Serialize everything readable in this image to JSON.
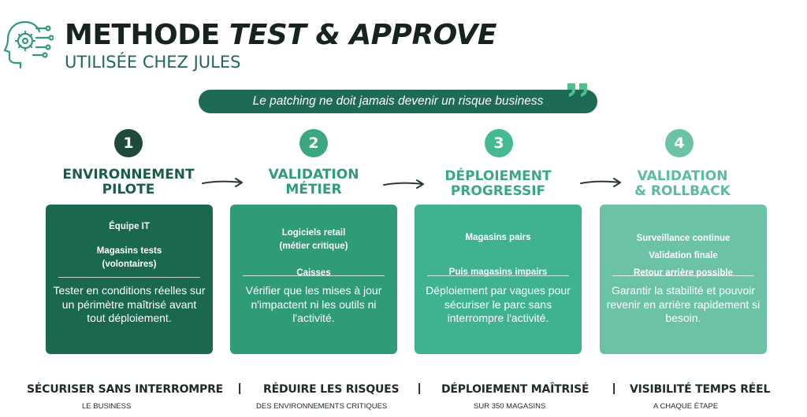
{
  "header": {
    "title_plain": "METHODE ",
    "title_italic": "TEST & APPROVE",
    "subtitle": "UTILISÉE CHEZ JULES",
    "logo_icon": "circuit-head-icon"
  },
  "quote": {
    "text": "Le patching ne doit jamais devenir un risque business",
    "mark_icon": "quote-mark-icon"
  },
  "colors": {
    "dark_green": "#1e6b55",
    "step1": "#1b6851",
    "step2": "#2f9b78",
    "step3": "#3fb391",
    "step4": "#6bc3a4"
  },
  "steps": [
    {
      "number": "1",
      "title_line1": "ENVIRONNEMENT",
      "title_line2": "PILOTE",
      "items": [
        "Équipe IT",
        "Magasins tests",
        "(volontaires)"
      ],
      "description": "Tester en conditions réelles sur un périmètre maîtrisé avant tout déploiement."
    },
    {
      "number": "2",
      "title_line1": "VALIDATION",
      "title_line2": "MÉTIER",
      "items": [
        "Logiciels retail",
        "(métier critique)",
        "Caisses"
      ],
      "description": "Vérifier que les mises à jour n'impactent ni les outils ni l'activité."
    },
    {
      "number": "3",
      "title_line1": "DÉPLOIEMENT",
      "title_line2": "PROGRESSIF",
      "items": [
        "Magasins pairs",
        "Puis magasins impairs"
      ],
      "description": "Déploiement par vagues pour sécuriser le parc sans interrompre l'activité."
    },
    {
      "number": "4",
      "title_line1": "VALIDATION",
      "title_line2": "& ROLLBACK",
      "items": [
        "Surveillance continue",
        "Validation finale",
        "Retour arrière possible"
      ],
      "description": "Garantir la stabilité et pouvoir revenir en arrière rapidement si besoin."
    }
  ],
  "benefits": [
    {
      "heading": "SÉCURISER SANS INTERROMPRE",
      "sub": "LE BUSINESS"
    },
    {
      "heading": "RÉDUIRE LES RISQUES",
      "sub": "DES ENVIRONNEMENTS CRITIQUES"
    },
    {
      "heading": "DÉPLOIEMENT MAÎTRISÉ",
      "sub": "SUR 350 MAGASINS"
    },
    {
      "heading": "VISIBILITÉ TEMPS RÉEL",
      "sub": "A CHAQUE ÉTAPE"
    }
  ],
  "separator": "|"
}
